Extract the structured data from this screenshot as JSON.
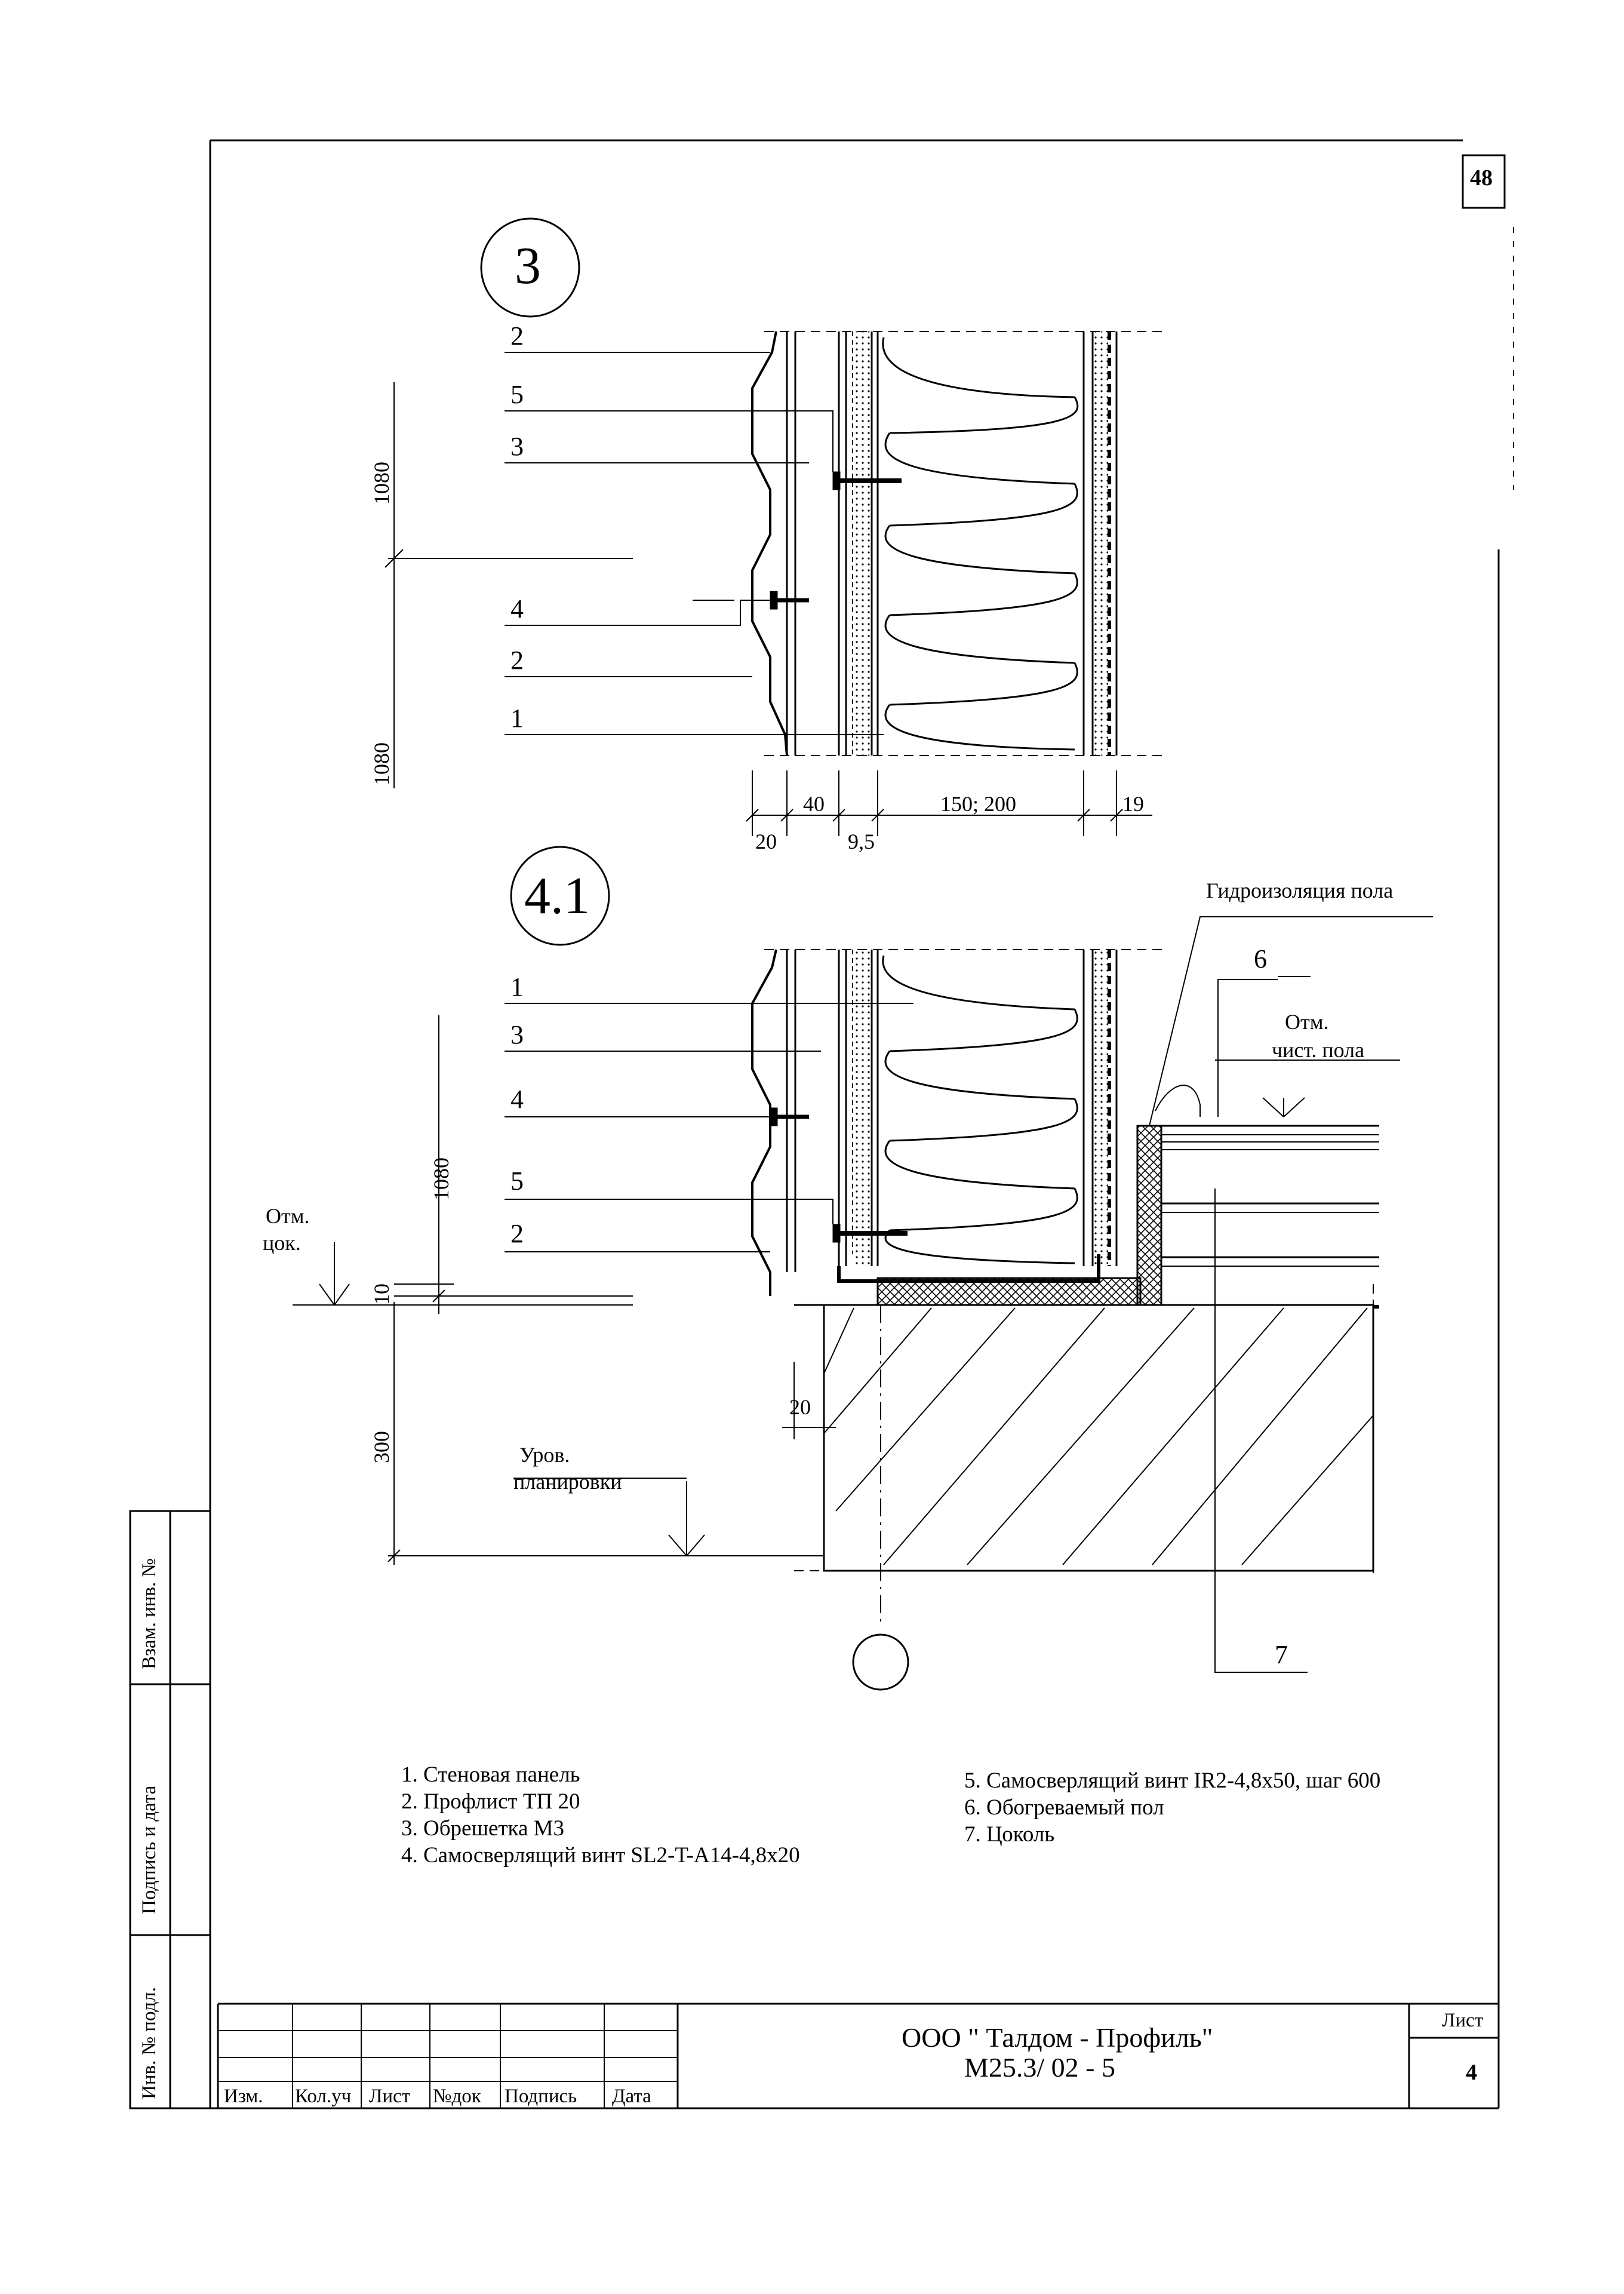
{
  "page_number": "48",
  "details": {
    "top": {
      "marker": "3",
      "callouts": [
        "2",
        "5",
        "3",
        "4",
        "2",
        "1"
      ],
      "dimensions": {
        "height_upper": "1080",
        "height_lower": "1080",
        "w20": "20",
        "w40": "40",
        "w9_5": "9,5",
        "w150_200": "150; 200",
        "w19": "19"
      }
    },
    "bottom": {
      "marker": "4.1",
      "callouts": [
        "1",
        "3",
        "4",
        "5",
        "2",
        "6",
        "7"
      ],
      "dimensions": {
        "height_1080": "1080",
        "height_10": "10",
        "height_300": "300",
        "w20": "20"
      },
      "notes": {
        "waterproofing": "Гидроизоляция пола",
        "plinth_mark_line1": "Отм.",
        "plinth_mark_line2": "цок.",
        "floor_mark_line1": "Отм.",
        "floor_mark_line2": "чист. пола",
        "grade_line1": "Уров.",
        "grade_line2": "планировки"
      }
    }
  },
  "legend": {
    "left": [
      "1. Стеновая панель",
      "2. Профлист ТП 20",
      "3. Обрешетка М3",
      "4. Самосверлящий винт SL2-T-A14-4,8x20"
    ],
    "right": [
      "5. Самосверлящий винт IR2-4,8x50, шаг 600",
      "6. Обогреваемый пол",
      "7. Цоколь"
    ]
  },
  "side_stamp": {
    "cell1": "Взам. инв. №",
    "cell2": "Подпись и дата",
    "cell3": "Инв. № подл."
  },
  "title_block": {
    "columns": [
      "Изм.",
      "Кол.уч",
      "Лист",
      "№док",
      "Подпись",
      "Дата"
    ],
    "organization": "ООО \" Талдом - Профиль\"",
    "document_code": "М25.3/ 02 - 5",
    "sheet_label": "Лист",
    "sheet_number": "4"
  }
}
